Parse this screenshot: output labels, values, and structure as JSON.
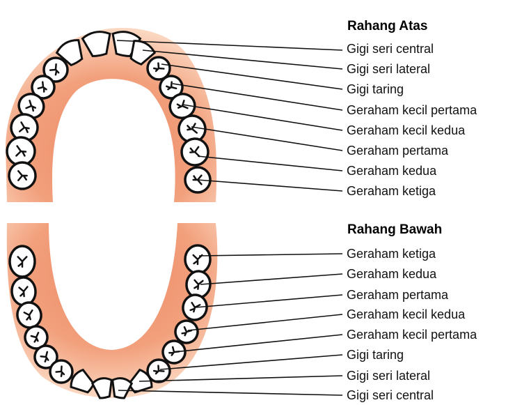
{
  "upper": {
    "title": "Rahang Atas",
    "labels": [
      "Gigi seri central",
      "Gigi seri lateral",
      "Gigi taring",
      "Geraham kecil pertama",
      "Geraham kecil kedua",
      "Geraham pertama",
      "Geraham kedua",
      "Geraham ketiga"
    ]
  },
  "lower": {
    "title": "Rahang Bawah",
    "labels": [
      "Geraham ketiga",
      "Geraham kedua",
      "Geraham pertama",
      "Geraham kecil kedua",
      "Geraham kecil pertama",
      "Gigi taring",
      "Gigi seri lateral",
      "Gigi seri central"
    ]
  },
  "colors": {
    "gum": "#f4b08e",
    "gum_inner": "#ee8866",
    "tooth": "#ffffff",
    "tooth_outline": "#111111",
    "leader_line": "#111111"
  }
}
